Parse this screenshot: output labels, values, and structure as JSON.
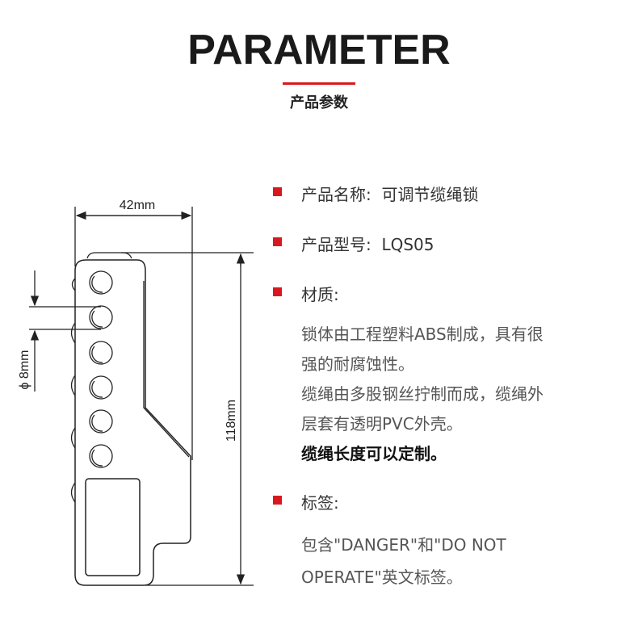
{
  "header": {
    "title": "PARAMETER",
    "subtitle": "产品参数",
    "accent_color": "#d7191f"
  },
  "drawing": {
    "width_label": "42mm",
    "height_label": "118mm",
    "hole_label": "ϕ 8mm",
    "hole_count": 6
  },
  "specs": {
    "name": {
      "label": "产品名称:",
      "value": "可调节缆绳锁"
    },
    "model": {
      "label": "产品型号:",
      "value": "LQS05"
    },
    "material": {
      "label": "材质:",
      "lines": [
        "锁体由工程塑料ABS制成，具有很",
        "强的耐腐蚀性。",
        "缆绳由多股钢丝拧制而成，缆绳外",
        "层套有透明PVC外壳。"
      ],
      "emphasis": "缆绳长度可以定制。"
    },
    "tag": {
      "label": "标签:",
      "lines": [
        "包含\"DANGER\"和\"DO NOT",
        "OPERATE\"英文标签。"
      ]
    }
  }
}
